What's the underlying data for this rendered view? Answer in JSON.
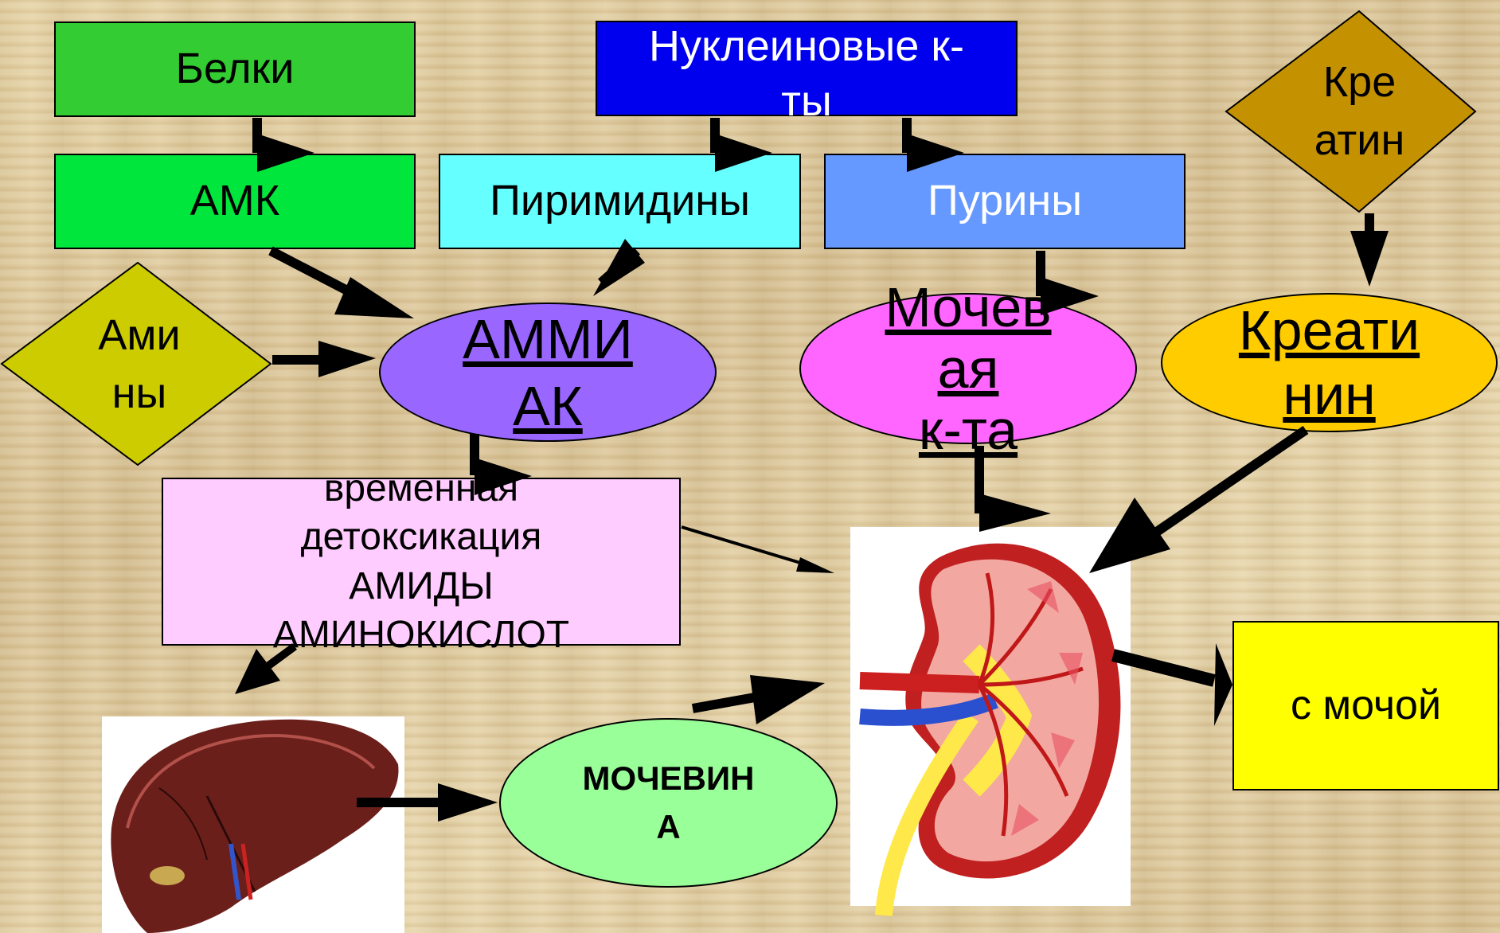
{
  "nodes": {
    "belki": "Белки",
    "nucleic": "Нуклеиновые к-\nты",
    "kreatin": "Кре\nатин",
    "amk": "АМК",
    "pirimidiny": "Пиримидины",
    "puriny": "Пурины",
    "aminy": "Ами\nны",
    "ammiak": "АММИ\nАК",
    "mochevaya": "Мочев\nая\nк-та",
    "kreatinin": "Креати\nнин",
    "detox": "временная\nдетоксикация\nАМИДЫ\nАМИНОКИСЛОТ",
    "mochevina": "МОЧЕВИН\nА",
    "s_mochoy": "с мочой"
  },
  "colors": {
    "belki": "#33cc33",
    "nucleic": "#0000ee",
    "kreatin": "#c49100",
    "amk": "#00e63c",
    "pirimidiny": "#66ffff",
    "puriny": "#6699ff",
    "aminy": "#cccc00",
    "ammiak": "#9966ff",
    "mochevaya": "#ff66ff",
    "kreatinin": "#ffcc00",
    "detox": "#ffccff",
    "mochevina": "#99ff99",
    "s_mochoy": "#ffff00"
  },
  "images": {
    "liver": "liver-illustration",
    "kidney": "kidney-cross-section-illustration"
  }
}
